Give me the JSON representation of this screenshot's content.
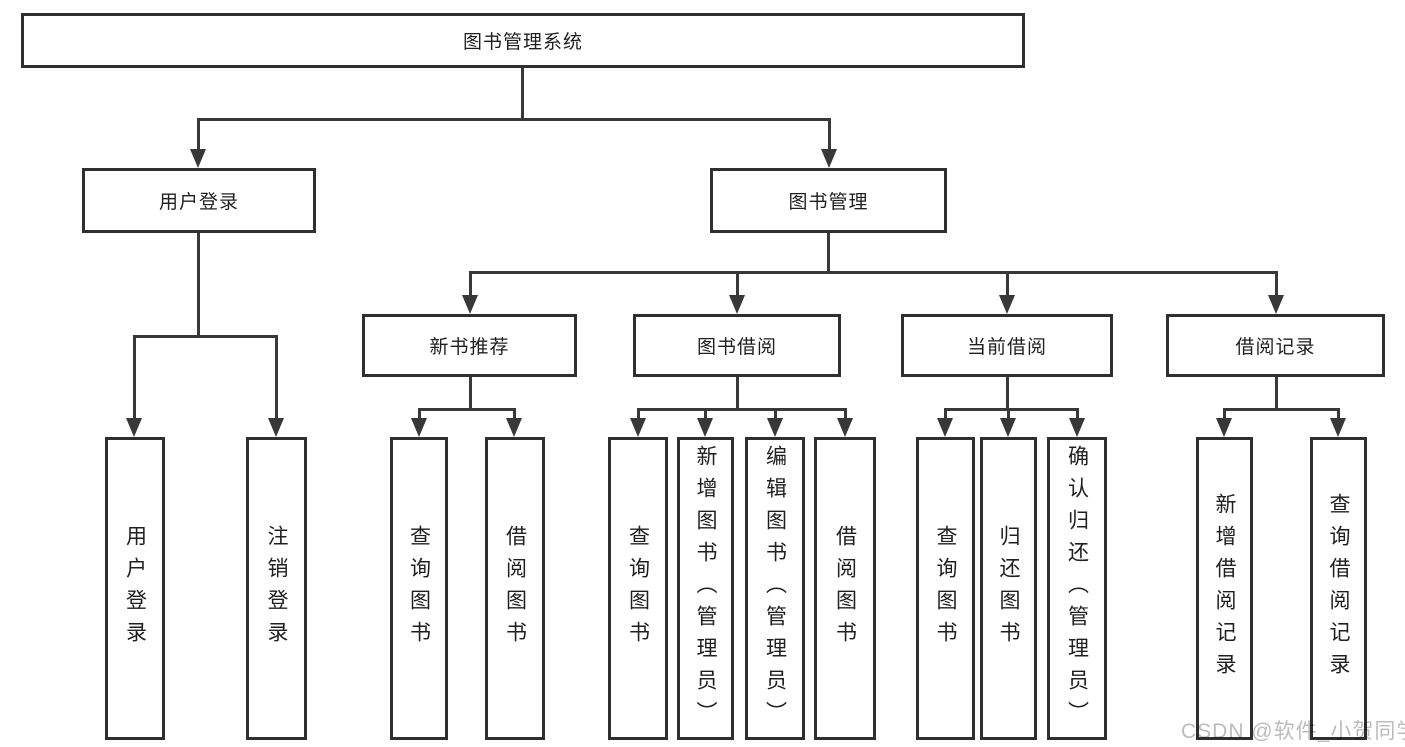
{
  "diagram": {
    "root": "图书管理系统",
    "branches": [
      {
        "label": "用户登录",
        "leaves": [
          "用户登录",
          "注销登录"
        ]
      },
      {
        "label": "图书管理",
        "children": [
          {
            "label": "新书推荐",
            "leaves": [
              "查询图书",
              "借阅图书"
            ]
          },
          {
            "label": "图书借阅",
            "leaves": [
              "查询图书",
              "新增图书（管理员）",
              "编辑图书（管理员）",
              "借阅图书"
            ]
          },
          {
            "label": "当前借阅",
            "leaves": [
              "查询图书",
              "归还图书",
              "确认归还（管理员）"
            ]
          },
          {
            "label": "借阅记录",
            "leaves": [
              "新增借阅记录",
              "查询借阅记录"
            ]
          }
        ]
      }
    ]
  },
  "watermark": "CSDN @软件_小贺同学",
  "colors": {
    "line": "#383838",
    "box_border": "#2f2f2f",
    "box_fill": "#ffffff",
    "text": "#1f1f1f",
    "watermark": "#bcbcbc"
  }
}
